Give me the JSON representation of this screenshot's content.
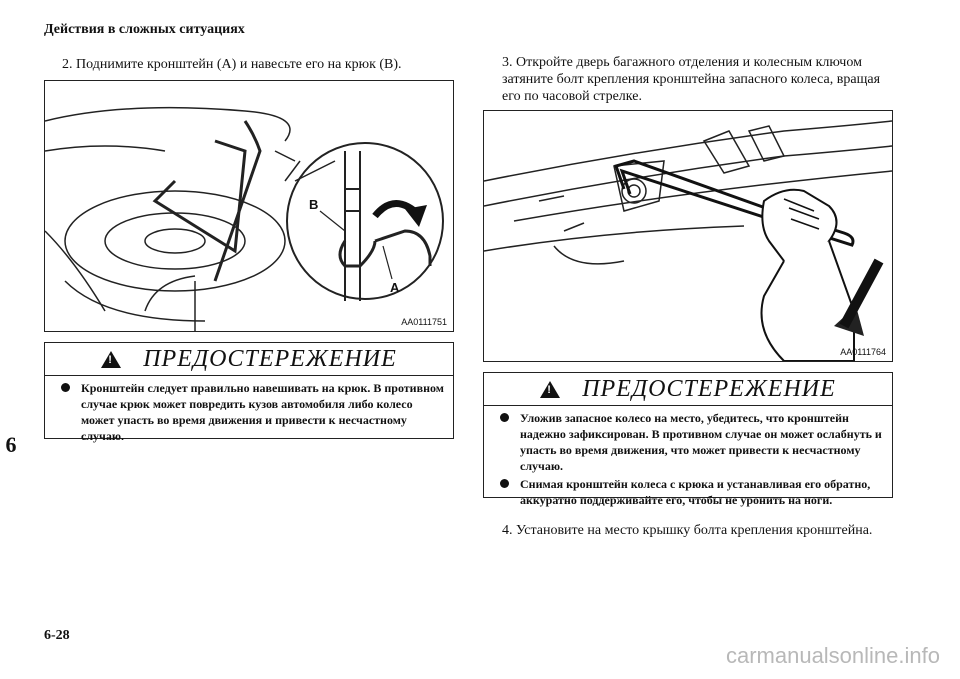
{
  "header": {
    "title": "Действия в сложных ситуациях"
  },
  "steps": {
    "step2": "2. Поднимите кронштейн (A) и навесьте его на крюк (B).",
    "step3": "3. Откройте дверь багажного отделения и колесным ключом затяните болт крепления кронштейна запасного колеса, вращая его по часовой стрелке.",
    "step4": "4. Установите на место крышку болта крепления кронштейна."
  },
  "figures": {
    "fig1": {
      "code": "AA0111751",
      "label_b": "B",
      "label_a": "A"
    },
    "fig2": {
      "code": "AA0111764"
    }
  },
  "warnings": {
    "warn1": {
      "title": "ПРЕДОСТЕРЕЖЕНИЕ",
      "items": [
        "Кронштейн следует правильно навешивать на крюк. В противном случае крюк может повредить кузов автомобиля либо колесо может упасть во время движения и привести к несчастному случаю."
      ]
    },
    "warn2": {
      "title": "ПРЕДОСТЕРЕЖЕНИЕ",
      "items": [
        "Уложив запасное колесо на место, убедитесь, что кронштейн надежно зафиксирован. В противном случае он может ослабнуть и упасть во время движения, что может привести к несчастному случаю.",
        "Снимая кронштейн колеса с крюка и устанавливая его обратно, аккуратно поддерживайте его, чтобы не уронить на ноги."
      ]
    }
  },
  "side_tab": "6",
  "page_number": "6-28",
  "watermark": "carmanualsonline.info"
}
